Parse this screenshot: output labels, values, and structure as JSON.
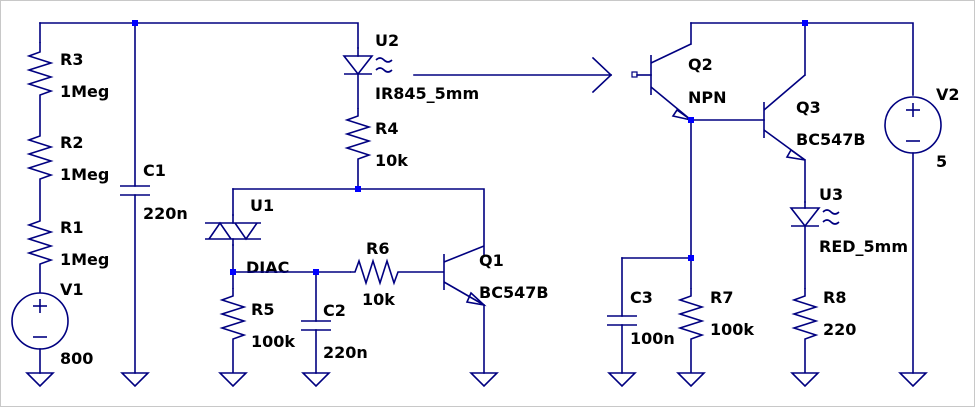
{
  "components": {
    "R3": {
      "name": "R3",
      "value": "1Meg"
    },
    "R2": {
      "name": "R2",
      "value": "1Meg"
    },
    "R1": {
      "name": "R1",
      "value": "1Meg"
    },
    "V1": {
      "name": "V1",
      "value": "800"
    },
    "C1": {
      "name": "C1",
      "value": "220n"
    },
    "U2": {
      "name": "U2",
      "value": "IR845_5mm"
    },
    "R4": {
      "name": "R4",
      "value": "10k"
    },
    "U1": {
      "name": "U1",
      "value": "DIAC"
    },
    "R5": {
      "name": "R5",
      "value": "100k"
    },
    "C2": {
      "name": "C2",
      "value": "220n"
    },
    "R6": {
      "name": "R6",
      "value": "10k"
    },
    "Q1": {
      "name": "Q1",
      "value": "BC547B"
    },
    "Q2": {
      "name": "Q2",
      "value": "NPN"
    },
    "Q3": {
      "name": "Q3",
      "value": "BC547B"
    },
    "V2": {
      "name": "V2",
      "value": "5"
    },
    "U3": {
      "name": "U3",
      "value": "RED_5mm"
    },
    "C3": {
      "name": "C3",
      "value": "100n"
    },
    "R7": {
      "name": "R7",
      "value": "100k"
    },
    "R8": {
      "name": "R8",
      "value": "220"
    }
  }
}
